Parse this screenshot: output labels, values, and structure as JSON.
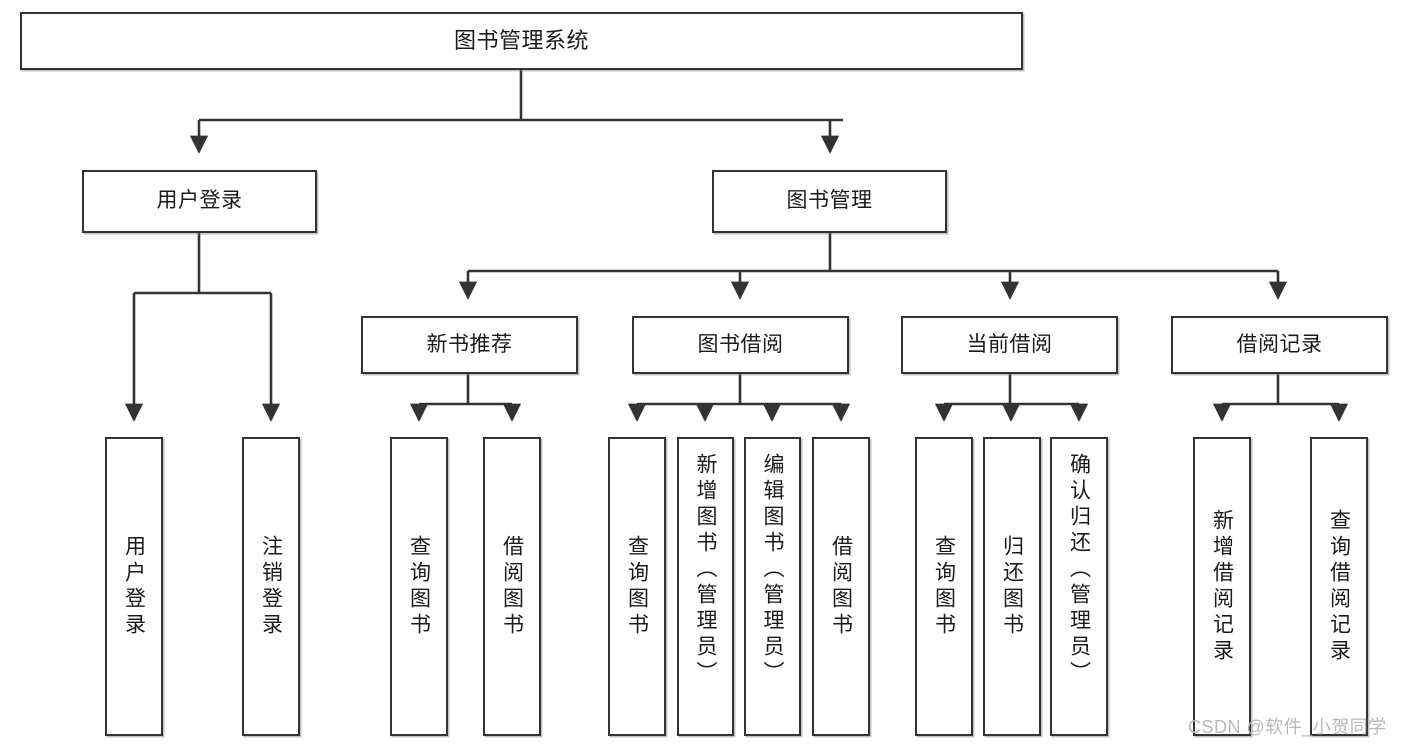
{
  "diagram": {
    "type": "tree",
    "title": "图书管理系统",
    "orientation": "top-down",
    "style": {
      "box_border_color": "#333333",
      "box_fill_color": "#ffffff",
      "connector_color": "#333333",
      "text_color": "#1b1b1b",
      "background": "#ffffff"
    },
    "nodes": {
      "root": {
        "label": "图书管理系统",
        "level": 1
      },
      "user_login": {
        "label": "用户登录",
        "level": 2
      },
      "book_manage": {
        "label": "图书管理",
        "level": 2
      },
      "new_book_rec": {
        "label": "新书推荐",
        "level": 3
      },
      "book_borrow": {
        "label": "图书借阅",
        "level": 3
      },
      "current_borrow": {
        "label": "当前借阅",
        "level": 3
      },
      "borrow_record": {
        "label": "借阅记录",
        "level": 3
      },
      "leaf_user_login": {
        "label": "用户登录",
        "level": 4
      },
      "leaf_logout": {
        "label": "注销登录",
        "level": 4
      },
      "leaf_query_book_1": {
        "label": "查询图书",
        "level": 4
      },
      "leaf_borrow_book_1": {
        "label": "借阅图书",
        "level": 4
      },
      "leaf_query_book_2": {
        "label": "查询图书",
        "level": 4
      },
      "leaf_add_book": {
        "label": "新增图书（管理员）",
        "level": 4
      },
      "leaf_edit_book": {
        "label": "编辑图书（管理员）",
        "level": 4
      },
      "leaf_borrow_book_2": {
        "label": "借阅图书",
        "level": 4
      },
      "leaf_query_book_3": {
        "label": "查询图书",
        "level": 4
      },
      "leaf_return_book": {
        "label": "归还图书",
        "level": 4
      },
      "leaf_confirm_return": {
        "label": "确认归还（管理员）",
        "level": 4
      },
      "leaf_add_record": {
        "label": "新增借阅记录",
        "level": 4
      },
      "leaf_query_record": {
        "label": "查询借阅记录",
        "level": 4
      }
    },
    "edges": [
      {
        "from": "root",
        "to": "user_login"
      },
      {
        "from": "root",
        "to": "book_manage"
      },
      {
        "from": "user_login",
        "to": "leaf_user_login"
      },
      {
        "from": "user_login",
        "to": "leaf_logout"
      },
      {
        "from": "book_manage",
        "to": "new_book_rec"
      },
      {
        "from": "book_manage",
        "to": "book_borrow"
      },
      {
        "from": "book_manage",
        "to": "current_borrow"
      },
      {
        "from": "book_manage",
        "to": "borrow_record"
      },
      {
        "from": "new_book_rec",
        "to": "leaf_query_book_1"
      },
      {
        "from": "new_book_rec",
        "to": "leaf_borrow_book_1"
      },
      {
        "from": "book_borrow",
        "to": "leaf_query_book_2"
      },
      {
        "from": "book_borrow",
        "to": "leaf_add_book"
      },
      {
        "from": "book_borrow",
        "to": "leaf_edit_book"
      },
      {
        "from": "book_borrow",
        "to": "leaf_borrow_book_2"
      },
      {
        "from": "current_borrow",
        "to": "leaf_query_book_3"
      },
      {
        "from": "current_borrow",
        "to": "leaf_return_book"
      },
      {
        "from": "current_borrow",
        "to": "leaf_confirm_return"
      },
      {
        "from": "borrow_record",
        "to": "leaf_add_record"
      },
      {
        "from": "borrow_record",
        "to": "leaf_query_record"
      }
    ]
  },
  "watermark": {
    "text": "CSDN @软件_小贺同学"
  }
}
